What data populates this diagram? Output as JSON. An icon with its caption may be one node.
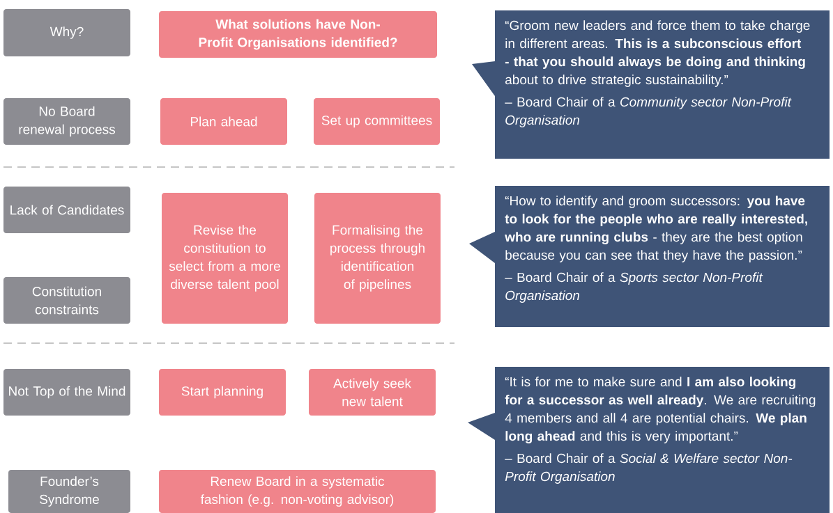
{
  "diagram": {
    "nodes": [
      {
        "text": [
          "Why?"
        ]
      },
      {
        "text": [
          "What solutions have Non-Profit Organisations identified?"
        ]
      },
      {
        "text": [
          "“Groom new leaders and force them to take charge in different areas. **This is a subconscious effort - that you should always be doing and thinking** about to drive strategic sustainability.”",
          "– Board Chair of a *Community sector Non-Profit Organisation*"
        ]
      },
      {
        "text": [
          "No Board renewal process"
        ]
      },
      {
        "text": [
          "Plan ahead"
        ]
      },
      {
        "text": [
          "Set up committees"
        ]
      },
      {
        "text": [
          "Lack of Candidates"
        ]
      },
      {
        "text": [
          "Revise the constitution to select from a more diverse talent pool"
        ]
      },
      {
        "text": [
          "Formalising the process through identification of pipelines"
        ]
      },
      {
        "text": [
          "“How to identify and groom successors: **you have to look for the people who are really interested, who are running clubs** - they are the best option because you can see that they have the passion.”",
          "– Board Chair of a *Sports sector Non-Profit Organisation*"
        ]
      },
      {
        "text": [
          "Constitution constraints"
        ]
      },
      {
        "text": [
          "Not Top of the Mind"
        ]
      },
      {
        "text": [
          "Start planning"
        ]
      },
      {
        "text": [
          "Actively seek new talent"
        ]
      },
      {
        "text": [
          "“It is for me to make sure and **I am also looking for a successor as well already**. We are recruiting 4 members and all 4 are potential chairs. **We plan long ahead** and this is very important.”",
          "– Board Chair of a *Social & Welfare sector Non-Profit Organisation*"
        ]
      },
      {
        "text": [
          "Founder’s Syndrome"
        ]
      },
      {
        "text": [
          "Renew Board in a systematic fashion (e.g. non-voting advisor)"
        ]
      }
    ]
  }
}
